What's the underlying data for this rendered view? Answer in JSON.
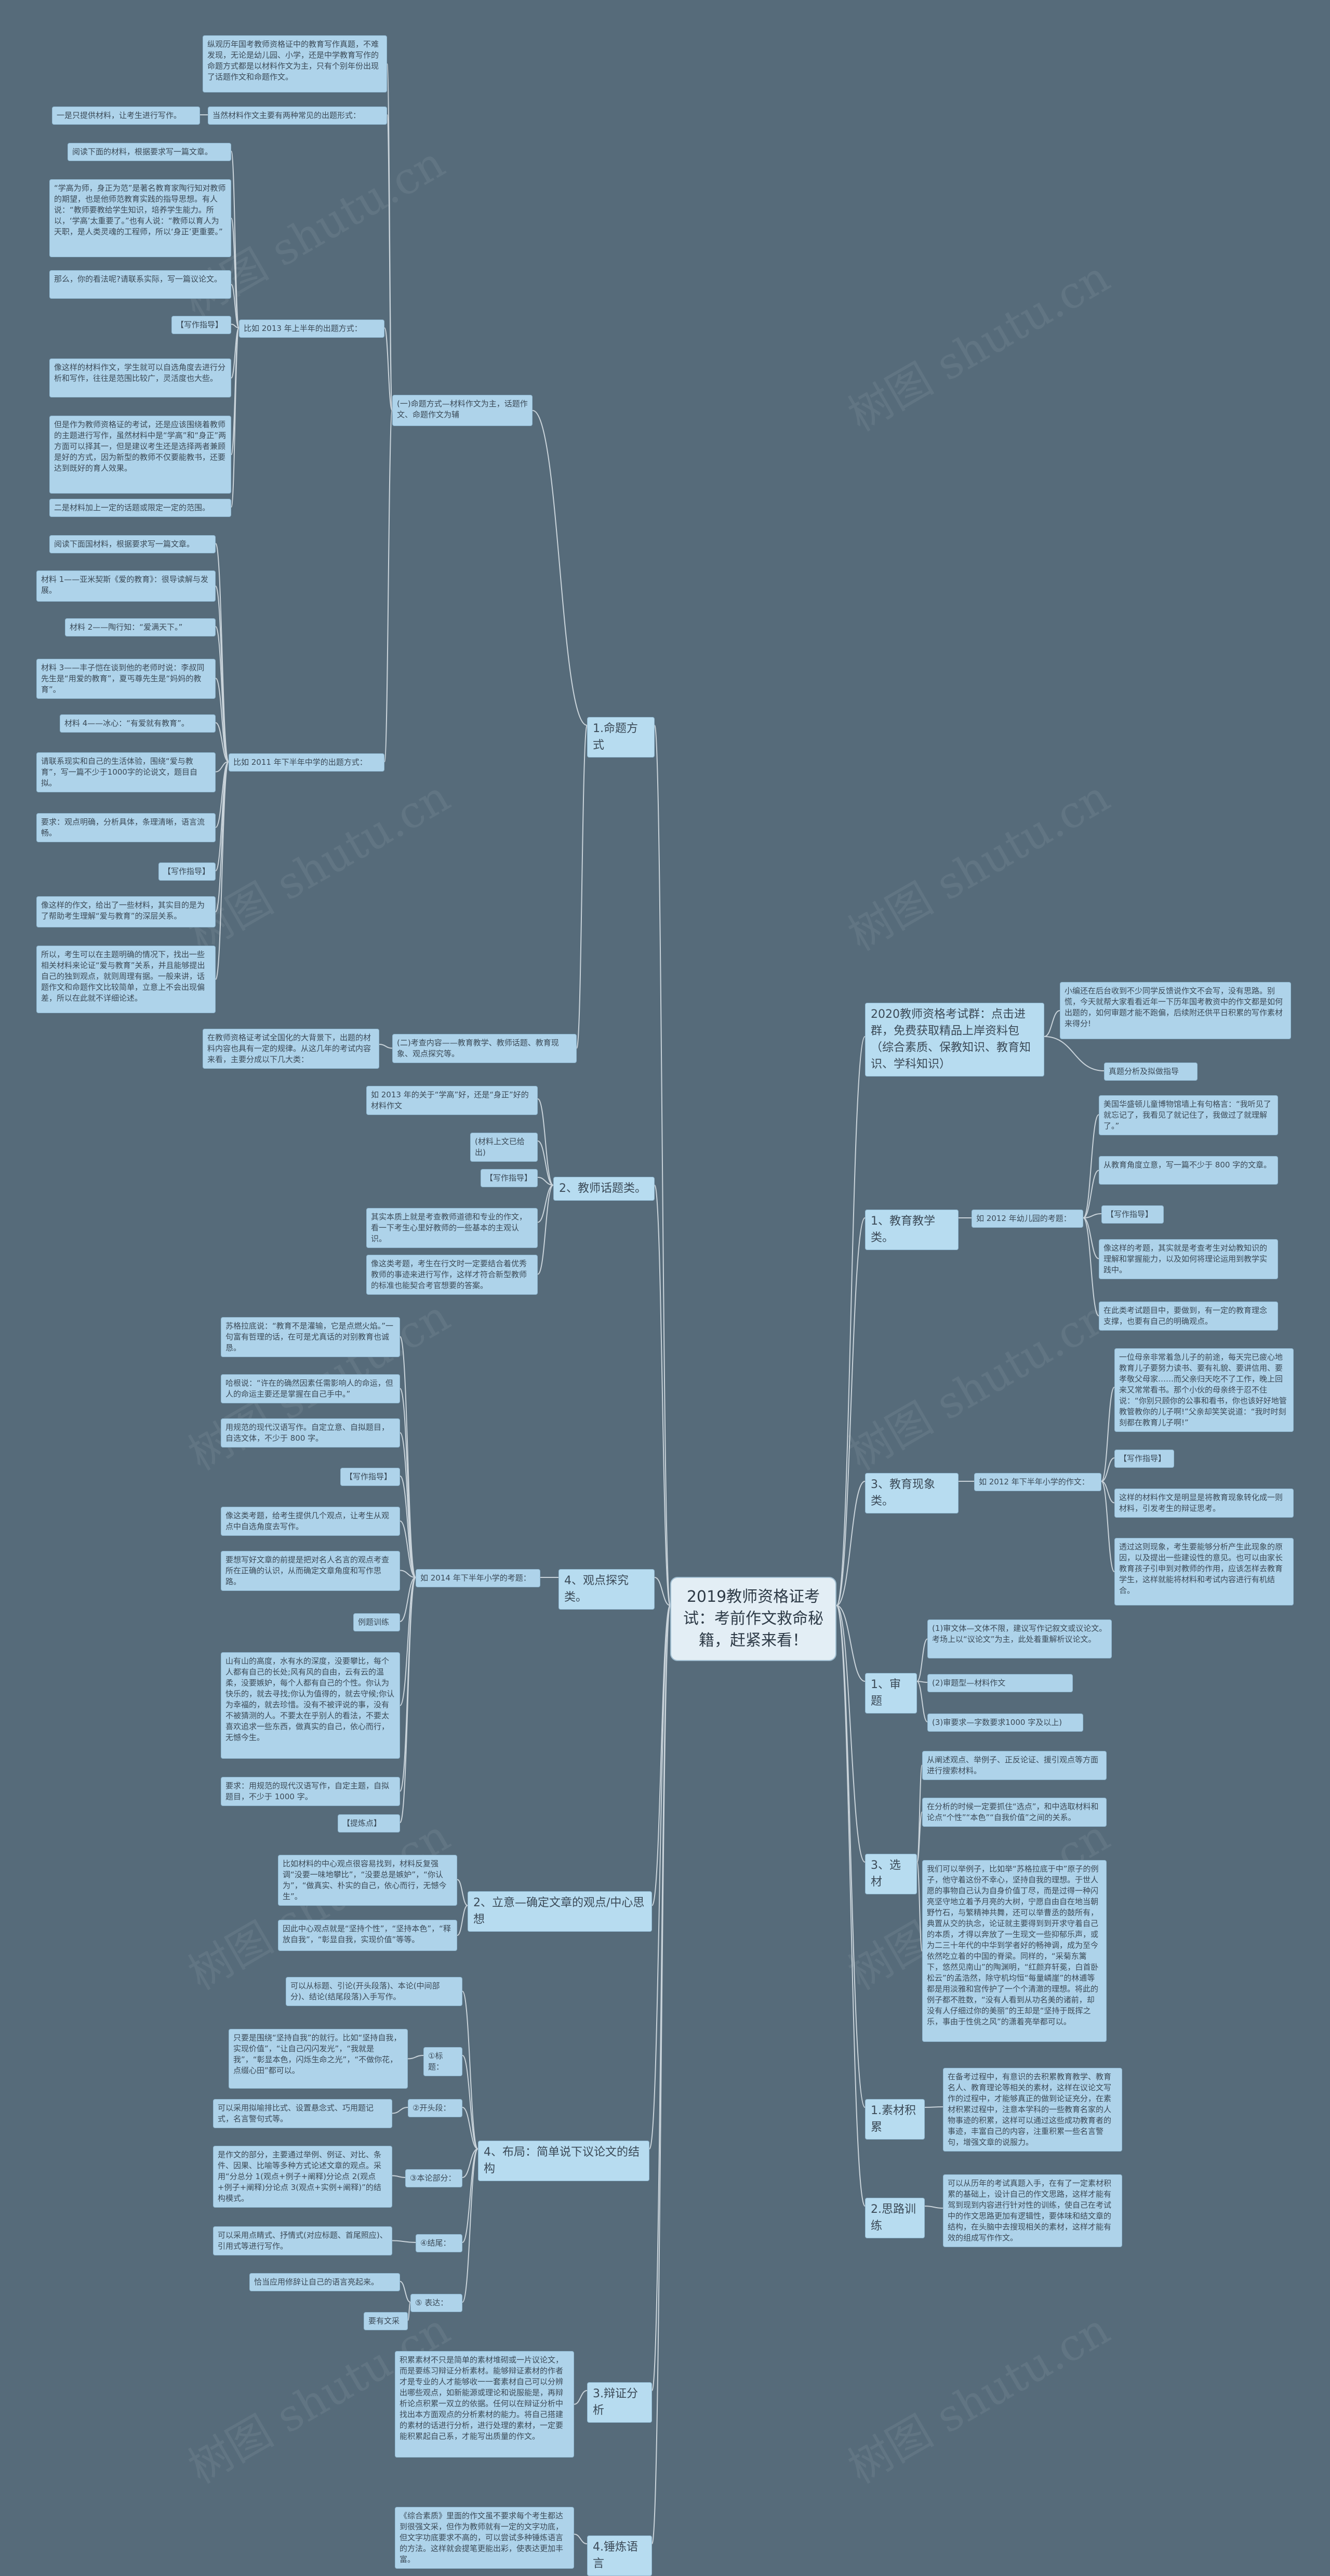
{
  "watermark_text": "树图 shutu.cn",
  "root": {
    "text": "2019教师资格证考试：考前作文救命秘籍，赶紧来看！"
  },
  "left": [
    {
      "id": "L1",
      "text": "1.命题方式",
      "children": [
        {
          "id": "L1a",
          "text": "(一)命题方式—材料作文为主，话题作文、命题作文为辅",
          "children": [
            {
              "id": "L1a0",
              "text": "纵观历年国考教师资格证中的教育写作真题，不难发现，无论是幼儿园、小学，还是中学教育写作的命题方式都是以材料作文为主，只有个别年份出现了话题作文和命题作文。"
            },
            {
              "id": "L1a1",
              "text": "当然材料作文主要有两种常见的出题形式：",
              "children": [
                {
                  "id": "L1a1a",
                  "text": "一是只提供材料，让考生进行写作。"
                }
              ]
            },
            {
              "id": "L1a2",
              "text": "比如 2013 年上半年的出题方式：",
              "children": [
                {
                  "id": "L1a2a",
                  "text": "阅读下面的材料，根据要求写一篇文章。"
                },
                {
                  "id": "L1a2b",
                  "text": "“学高为师，身正为范”是著名教育家陶行知对教师的期望，也是他师范教育实践的指导思想。有人说：“教师要教给学生知识，培养学生能力。所以，‘学高’太重要了。”也有人说：“教师以育人为天职，是人类灵魂的工程师，所以‘身正’更重要。”"
                },
                {
                  "id": "L1a2c",
                  "text": "那么，你的看法呢?请联系实际，写一篇议论文。"
                },
                {
                  "id": "L1a2d",
                  "text": "【写作指导】"
                },
                {
                  "id": "L1a2e",
                  "text": "像这样的材料作文，学生就可以自选角度去进行分析和写作，往往是范围比较广，灵活度也大些。"
                },
                {
                  "id": "L1a2f",
                  "text": "但是作为教师资格证的考试，还是应该围绕着教师的主题进行写作，虽然材料中是“学高”和“身正”两方面可以择其一，但是建议考生还是选择两者兼顾是好的方式，因为新型的教师不仅要能教书，还要达到既好的育人效果。"
                },
                {
                  "id": "L1a2g",
                  "text": "二是材料加上一定的话题或限定一定的范围。"
                }
              ]
            },
            {
              "id": "L1a3",
              "text": "比如 2011 年下半年中学的出题方式：",
              "children": [
                {
                  "id": "L1a3a",
                  "text": "阅读下面国材料，根据要求写一篇文章。"
                },
                {
                  "id": "L1a3b",
                  "text": "材料 1——亚米契斯《爱的教育》：很导读解与发展。"
                },
                {
                  "id": "L1a3c",
                  "text": "材料 2——陶行知：“爱满天下。”"
                },
                {
                  "id": "L1a3d",
                  "text": "材料 3——丰子恺在谈到他的老师时说：李叔同先生是“用爱的教育”，夏丐尊先生是“妈妈的教育”。"
                },
                {
                  "id": "L1a3e",
                  "text": "材料 4——冰心：“有爱就有教育”。"
                },
                {
                  "id": "L1a3f",
                  "text": "请联系现实和自己的生活体验，围绕“爱与教育”，写一篇不少于1000字的论说文，题目自拟。"
                },
                {
                  "id": "L1a3g",
                  "text": "要求：观点明确，分析具体，条理清晰，语言流畅。"
                },
                {
                  "id": "L1a3h",
                  "text": "【写作指导】"
                },
                {
                  "id": "L1a3i",
                  "text": "像这样的作文，给出了一些材料，其实目的是为了帮助考生理解“爱与教育”的深层关系。"
                },
                {
                  "id": "L1a3j",
                  "text": "所以，考生可以在主题明确的情况下，找出一些相关材料来论证“爱与教育”关系，并且能够提出自己的独到观点，就则周理有据。一般来讲，话题作文和命题作文比较简单，立意上不会出现偏差，所以在此就不详细论述。"
                }
              ]
            }
          ]
        },
        {
          "id": "L1b",
          "text": "(二)考查内容——教育教学、教师话题、教育现象、观点探究等。",
          "children": [
            {
              "id": "L1b0",
              "text": "在教师资格证考试全国化的大背景下，出题的材料内容也具有一定的规律。从这几年的考试内容来看，主要分成以下几大类："
            }
          ]
        }
      ]
    },
    {
      "id": "L2",
      "text": "2、教师话题类。",
      "children": [
        {
          "id": "L2a",
          "text": "如 2013 年的关于“学高”好，还是“身正”好的材料作文"
        },
        {
          "id": "L2b",
          "text": "(材料上文已给出)"
        },
        {
          "id": "L2c",
          "text": "【写作指导】"
        },
        {
          "id": "L2d",
          "text": "其实本质上就是考查教师道德和专业的作文，看一下考生心里好教师的一些基本的主观认识。"
        },
        {
          "id": "L2e",
          "text": "像这类考题，考生在行文时一定要结合着优秀教师的事迹来进行写作，这样才符合新型教师的标准也能契合考官想要的答案。"
        }
      ]
    },
    {
      "id": "L4",
      "text": "4、观点探究类。",
      "children": [
        {
          "id": "L4a",
          "text": "如 2014 年下半年小学的考题：",
          "children": [
            {
              "id": "L4a1",
              "text": "苏格拉底说：“教育不是灌输，它是点燃火焰。”一句富有哲理的话，在可是尤真话的对别教育也诚恳。"
            },
            {
              "id": "L4a2",
              "text": "哈根说：“许在的确然因素任需影响人的命运，但人的命运主要还是掌握在自己手中。”"
            },
            {
              "id": "L4a3",
              "text": "用规范的现代汉语写作。自定立意、自拟题目，自选文体，不少于 800 字。"
            },
            {
              "id": "L4a4",
              "text": "【写作指导】"
            },
            {
              "id": "L4a5",
              "text": "像这类考题，给考生提供几个观点，让考生从观点中自选角度去写作。"
            },
            {
              "id": "L4a6",
              "text": "要想写好文章的前提是把对名人名言的观点考查所在正确的认识，从而确定文章角度和写作思路。"
            },
            {
              "id": "L4a7",
              "text": "例题训练"
            },
            {
              "id": "L4a8",
              "text": "山有山的高度，水有水的深度，没要攀比，每个人都有自己的长处;风有风的自由，云有云的温柔，没要嫉妒，每个人都有自己的个性。你认为快乐的，就去寻找;你认为值得的，就去守候;你认为幸福的，就去珍惜。没有不被评说的事，没有不被猜测的人。不要太在乎别人的看法，不要太喜欢追求一些东西，做真实的自己，依心而行，无憾今生。"
            },
            {
              "id": "L4a9",
              "text": "要求：用规范的现代汉语写作，自定主题，自拟题目，不少于 1000 字。"
            },
            {
              "id": "L4a10",
              "text": "【提炼点】"
            }
          ]
        }
      ]
    },
    {
      "id": "L5",
      "text": "2、立意—确定文章的观点/中心思想",
      "children": [
        {
          "id": "L5a",
          "text": "比如材料的中心观点很容易找到，材料反复强调“没要一味地攀比”，“没要总是嫉妒”，“你认为”，“做真实、朴实的自己，依心而行，无憾今生”。"
        },
        {
          "id": "L5b",
          "text": "因此中心观点就是“坚持个性”，“坚持本色”，“释放自我”，“彰显自我，实现价值”等等。"
        }
      ]
    },
    {
      "id": "L6",
      "text": "4、布局：简单说下议论文的结构",
      "children": [
        {
          "id": "L6a",
          "text": "可以从标题、引论(开头段落)、本论(中间部分)、结论(结尾段落)入手写作。"
        },
        {
          "id": "L6b",
          "text": "①标题：",
          "children": [
            {
              "id": "L6b1",
              "text": "只要是围绕“坚持自我”的就行。比如“坚持自我，实现价值”，“让自己闪闪发光”，“我就是我”，“彰显本色，闪烁生命之光”，“不做你花，点缀心田”都可以。"
            }
          ]
        },
        {
          "id": "L6c",
          "text": "②开头段：",
          "children": [
            {
              "id": "L6c1",
              "text": "可以采用拟喻排比式、设置悬念式、巧用题记式，名言警句式等。"
            }
          ]
        },
        {
          "id": "L6d",
          "text": "③本论部分：",
          "children": [
            {
              "id": "L6d1",
              "text": "是作文的部分，主要通过举例、例证、对比、条件、因果、比喻等多种方式论述文章的观点。采用“分总分 1(观点+例子+阐释)分论点 2(观点+例子+阐释)分论点 3(观点+实例+阐释)”的结构模式。"
            }
          ]
        },
        {
          "id": "L6e",
          "text": "④结尾：",
          "children": [
            {
              "id": "L6e1",
              "text": "可以采用点睛式、抒情式(对应标题、首尾照应)、引用式等进行写作。"
            }
          ]
        },
        {
          "id": "L6f",
          "text": "⑤ 表达：",
          "children": [
            {
              "id": "L6f1",
              "text": "恰当应用修辞让自己的语言亮起来。"
            },
            {
              "id": "L6f2",
              "text": "要有文采"
            }
          ]
        }
      ]
    },
    {
      "id": "L7",
      "text": "3.辩证分析",
      "children": [
        {
          "id": "L7a",
          "text": "积累素材不只是简单的素材堆砌或一片议论文，而是要练习辩证分析素材。能够辩证素材的作者才是专业的人才能够收一一套素材自己可以分辨出哪些观点，如新能源或理论和说服能是，再辩析论点积累一双立的依据。任何以在辩证分析中找出本方面观点的分析素材的能力。将自己搭建的素材的话进行分析，进行处理的素材，一定要能积累起自己系，才能写出质量的作文。"
        }
      ]
    },
    {
      "id": "L8",
      "text": "4.锤炼语言",
      "children": [
        {
          "id": "L8a",
          "text": "《综合素质》里面的作文虽不要求每个考生都达到很强文采，但作为教师就有一定的文字功底，但文字功底要求不高的，可以尝试多种锤炼语言的方法。这样就会提笔更能出彩，使表达更加丰富。"
        }
      ]
    }
  ],
  "right": [
    {
      "id": "R0",
      "text": "2020教师资格考试群：点击进群，免费获取精品上岸资料包（综合素质、保教知识、教育知识、学科知识）",
      "children": [
        {
          "id": "R0a",
          "text": "小编还在后台收到不少同学反馈说作文不会写，没有思路。别慌，今天就帮大家看看近年一下历年国考教资中的作文都是如何出题的，如何审题才能不跑偏，后续附还供平日积累的写作素材来得分!"
        },
        {
          "id": "R0b",
          "text": "真题分析及拟做指导"
        }
      ]
    },
    {
      "id": "R1",
      "text": "1、教育教学类。",
      "children": [
        {
          "id": "R1a",
          "text": "如 2012 年幼儿园的考题：",
          "children": [
            {
              "id": "R1a1",
              "text": "美国华盛顿儿童博物馆墙上有句格言：“我听见了就忘记了，我看见了就记住了，我做过了就理解了。”"
            },
            {
              "id": "R1a2",
              "text": "从教育角度立意，写一篇不少于 800 字的文章。"
            },
            {
              "id": "R1a3",
              "text": "【写作指导】"
            },
            {
              "id": "R1a4",
              "text": "像这样的考题，其实就是考查考生对幼教知识的理解和掌握能力，以及如何将理论运用到教学实践中。"
            },
            {
              "id": "R1a5",
              "text": "在此类考试题目中，要做到，有一定的教育理念支撑，也要有自己的明确观点。"
            }
          ]
        }
      ]
    },
    {
      "id": "R3",
      "text": "3、教育现象类。",
      "children": [
        {
          "id": "R3a",
          "text": "如 2012 年下半年小学的作文：",
          "children": [
            {
              "id": "R3a1",
              "text": "一位母亲非常着急儿子的前途，每天完已疲心地教育儿子要努力读书、要有礼貌、要讲信用、要孝敬父母家……而父亲归天吃不了工作，晚上回来又常常看书。那个小伙的母亲终于忍不住说：“你别只顾你的公事和看书，你也该好好地管教管教你的儿子啊!”父亲却笑笑说道：“我时时刻刻都在教育儿子啊!”"
            },
            {
              "id": "R3a2",
              "text": "【写作指导】"
            },
            {
              "id": "R3a3",
              "text": "这样的材料作文是明显是将教育现象转化成一则材料，引发考生的辩证思考。"
            },
            {
              "id": "R3a4",
              "text": "透过这则现象，考生要能够分析产生此现象的原因，以及提出一些建设性的意见。也可以由家长教育孩子引申到对教师的作用，应该怎样去教育学生，这样就能将材料和考试内容进行有机结合。"
            }
          ]
        }
      ]
    },
    {
      "id": "R4",
      "text": "1、审题",
      "children": [
        {
          "id": "R4a",
          "text": "(1)审文体—文体不限，建议写作记叙文或议论文。考场上以“议论文”为主，此处着重解析议论文。"
        },
        {
          "id": "R4b",
          "text": "(2)审题型—材料作文"
        },
        {
          "id": "R4c",
          "text": "(3)审要求—字数要求1000 字及以上)"
        }
      ]
    },
    {
      "id": "R5",
      "text": "3、选材",
      "children": [
        {
          "id": "R5a",
          "text": "从阐述观点、举例子、正反论证、援引观点等方面进行搜索材料。"
        },
        {
          "id": "R5b",
          "text": "在分析的时候一定要抓住“选点”，和中选取材料和论点“个性”“本色”“自我价值”之间的关系。"
        },
        {
          "id": "R5c",
          "text": "我们可以举例子，比如举“苏格拉底于中”原子的例子，他守着这份不幸心，坚持自我的理想。于世人愿的事物自己认为自身价值丁尽，而是过得一种闪亮坚守地立着予月亮的大树，宁愿自由自在地当朝野竹石，与繁精神共舞，还可以举曹丞的鼓所有，典置从交的执念，论证就主要得到到开求守着自己的本质，才得以奔放了一生现文一些抑郁乐声，或为二三十年代的中华到学者好的畅神调，成为至今依然吃立着的中国的脊梁。同样的，“采菊东篱下，悠然见南山”的陶渊明，“红颜弃轩冕，白首卧松云”的孟浩然，除守机均恒“每量嶙崖”的林逋等都是用淡雅和宫传护了一个个清澈的理想。将此的例子都不胜数，“没有人看到从功名美的诸前，却没有人仔细过你的美丽”的王却是“坚持于既挥之乐，事由于性佻之风”的潇着亮举都可以。"
        }
      ]
    },
    {
      "id": "R6",
      "text": "1.素材积累",
      "children": [
        {
          "id": "R6a",
          "text": "在备考过程中，有意识的去积累教育教学、教育名人、教育理论等相关的素材，这样在议论文写作的过程中，才能够真正的做到论证充分，在素材积累过程中，注意本学科的一些教育名家的人物事迹的积累，这样可以通过这些成功教育者的事迹，丰富自己的内容，注重积累一些名言警句，增强文章的说服力。"
        }
      ]
    },
    {
      "id": "R7",
      "text": "2.思路训练",
      "children": [
        {
          "id": "R7a",
          "text": "可以从历年的考试真题入手，在有了一定素材积累的基础上，设计自己的作文思路，这样才能有驾到现到内容进行针对性的训练，使自己在考试中的作文思路更加有逻辑性，要体味和结文章的结构，在头脑中去搜现相关的素材，这样才能有效的组成写作作文。"
        }
      ]
    }
  ]
}
